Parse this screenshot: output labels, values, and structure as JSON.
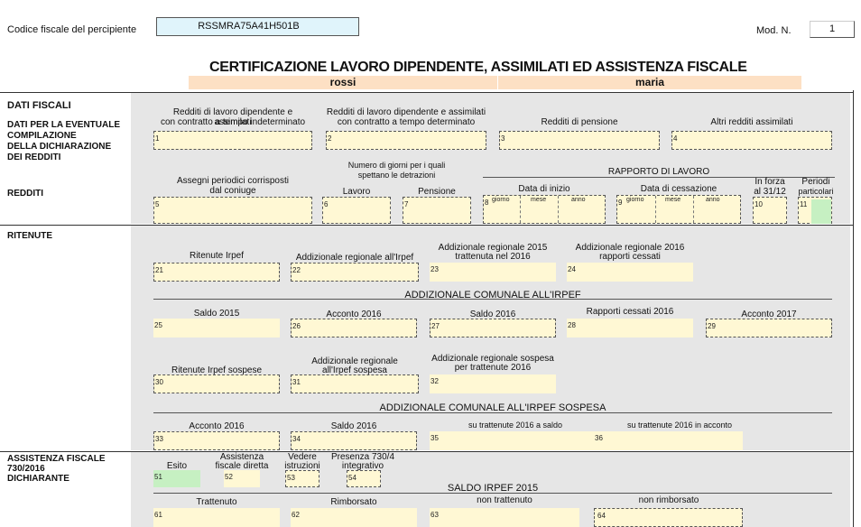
{
  "header": {
    "codice_label": "Codice fiscale del percipiente",
    "codice_value": "RSSMRA75A41H501B",
    "mod_label": "Mod. N.",
    "mod_value": "1",
    "title": "CERTIFICAZIONE LAVORO DIPENDENTE, ASSIMILATI ED ASSISTENZA FISCALE",
    "cognome": "rossi",
    "nome": "maria"
  },
  "sections": {
    "dati_fiscali": "DATI FISCALI",
    "dati_eventuale": [
      "DATI PER LA EVENTUALE",
      "COMPILAZIONE",
      "DELLA DICHIARAZIONE",
      "DEI REDDITI"
    ],
    "redditi": "REDDITI",
    "ritenute": "RITENUTE",
    "assistenza": [
      "ASSISTENZA FISCALE",
      "730/2016",
      "DICHIARANTE"
    ]
  },
  "row1": {
    "f1_label": [
      "Redditi di lavoro dipendente e assimilati",
      "con contratto a tempo indeterminato"
    ],
    "f2_label": [
      "Redditi di lavoro dipendente e assimilati",
      "con contratto a tempo determinato"
    ],
    "f3_label": "Redditi di pensione",
    "f4_label": "Altri redditi assimilati"
  },
  "row2": {
    "f5_label": [
      "Assegni periodici corrisposti",
      "dal coniuge"
    ],
    "giorni_label": [
      "Numero di giorni per i quali",
      "spettano le detrazioni"
    ],
    "f6_label": "Lavoro dipendente",
    "f7_label": "Pensione",
    "rapporto_label": "RAPPORTO DI LAVORO",
    "f8_label": "Data di inizio",
    "f9_label": "Data di cessazione",
    "f10_label": [
      "In forza",
      "al 31/12"
    ],
    "f11_label": [
      "Periodi",
      "particolari"
    ],
    "giorno": "giorno",
    "mese": "mese",
    "anno": "anno"
  },
  "row3": {
    "f21_label": "Ritenute Irpef",
    "f22_label": "Addizionale regionale all'Irpef",
    "f23_label": [
      "Addizionale regionale 2015",
      "trattenuta nel 2016"
    ],
    "f24_label": [
      "Addizionale regionale 2016",
      "rapporti cessati"
    ]
  },
  "comunale": {
    "title": "ADDIZIONALE COMUNALE ALL'IRPEF",
    "f25_label": "Saldo 2015",
    "f26_label": "Acconto 2016",
    "f27_label": "Saldo  2016",
    "f28_label": "Rapporti cessati 2016",
    "f29_label": "Acconto 2017"
  },
  "sospesa": {
    "f30_label": "Ritenute Irpef sospese",
    "f31_label": [
      "Addizionale regionale",
      "all'Irpef sospesa"
    ],
    "f32_label": [
      "Addizionale regionale sospesa",
      "per trattenute 2016"
    ]
  },
  "comunale_sospesa": {
    "title": "ADDIZIONALE COMUNALE ALL'IRPEF SOSPESA",
    "f33_label": "Acconto 2016",
    "f34_label": "Saldo 2016",
    "f35_label": "su trattenute 2016 a saldo",
    "f36_label": "su trattenute 2016 in acconto"
  },
  "assistenza": {
    "f51_label": "Esito",
    "f52_label": [
      "Assistenza",
      "fiscale diretta"
    ],
    "f53_label": [
      "Vedere",
      "istruzioni"
    ],
    "f54_label": [
      "Presenza 730/4",
      "integrativo"
    ],
    "saldo_title": "SALDO IRPEF 2015",
    "f61_label": "Trattenuto",
    "f62_label": "Rimborsato",
    "f63_label": "non trattenuto",
    "f64_label": "non rimborsato"
  },
  "field_numbers": [
    "1",
    "2",
    "3",
    "4",
    "5",
    "6",
    "7",
    "8",
    "9",
    "10",
    "11",
    "21",
    "22",
    "23",
    "24",
    "25",
    "26",
    "27",
    "28",
    "29",
    "30",
    "31",
    "32",
    "33",
    "34",
    "35",
    "36",
    "51",
    "52",
    "53",
    "54",
    "61",
    "62",
    "63",
    "64"
  ],
  "colors": {
    "field_bg": "#fff8d4",
    "field_green": "#c6f0c2",
    "panel_grey": "#e6e6e6",
    "name_bar": "#fde0c4",
    "codice_bg": "#e0f4fb"
  }
}
